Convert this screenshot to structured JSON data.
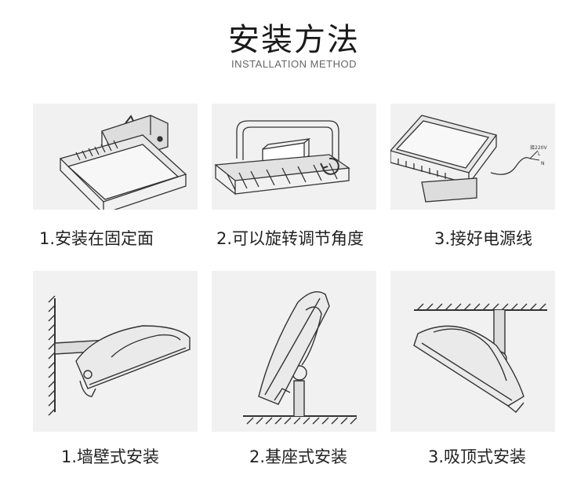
{
  "header": {
    "title": "安装方法",
    "subtitle": "INSTALLATION METHOD"
  },
  "steps": [
    {
      "label": "1.安装在固定面"
    },
    {
      "label": "2.可以旋转调节角度"
    },
    {
      "label": "3.接好电源线"
    }
  ],
  "methods": [
    {
      "label": "1.墙壁式安装"
    },
    {
      "label": "2.基座式安装"
    },
    {
      "label": "3.吸顶式安装"
    }
  ],
  "wire_labels": {
    "voltage": "接220V",
    "l": "L",
    "n": "N"
  },
  "colors": {
    "background": "#ffffff",
    "panel": "#f1f1f1",
    "line": "#333333"
  }
}
